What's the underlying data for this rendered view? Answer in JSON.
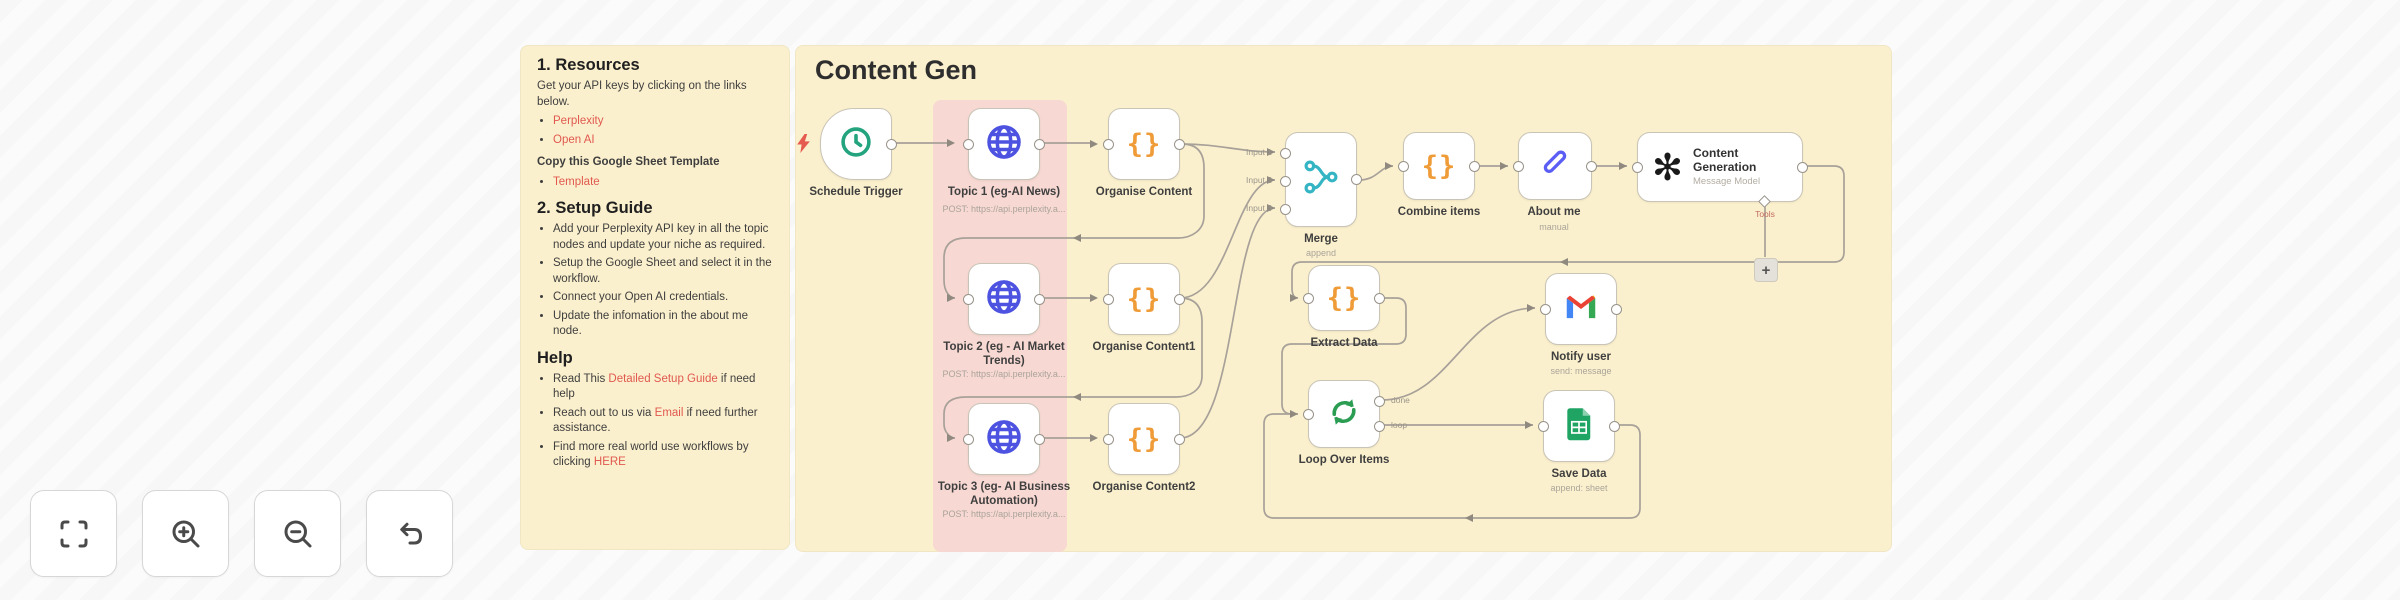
{
  "canvas": {
    "title": "Content Gen"
  },
  "colors": {
    "sticky_bg": "#fbf0cd",
    "pink_overlay": "#f6d6d2",
    "link_red": "#e0594f",
    "wire_grey": "#a8a199",
    "globe_blue": "#4d53e0",
    "braces_orange": "#ef9c38",
    "merge_teal": "#35b5c4",
    "trigger_green": "#23a47f",
    "loop_green": "#2a9d53",
    "pencil_blue": "#5b5ef4",
    "sheets_green": "#1fa463"
  },
  "sticky_note": {
    "resources_heading": "1. Resources",
    "resources_intro": "Get your API keys by clicking on the links below.",
    "perplexity_link": "Perplexity",
    "openai_link": "Open AI",
    "copy_text": "Copy this Google Sheet Template",
    "template_link": "Template",
    "setup_heading": "2. Setup Guide",
    "setup_items": [
      "Add your Perplexity API key in all the topic nodes and update your niche as required.",
      "Setup the Google Sheet and select it in the workflow.",
      "Connect your Open AI credentials.",
      "Update the infomation in the about me node."
    ],
    "help_heading": "Help",
    "help_items": [
      {
        "pre": "Read This ",
        "link": "Detailed Setup Guide",
        "post": " if need help"
      },
      {
        "pre": "Reach out to us via ",
        "link": "Email",
        "post": " if need further assistance."
      },
      {
        "pre": "Find more real world use workflows by clicking ",
        "link": "HERE",
        "post": ""
      }
    ]
  },
  "port_labels": {
    "input1": "Input 1",
    "input2": "Input 2",
    "input3": "Input 3",
    "done": "done",
    "loop": "loop",
    "tools": "Tools"
  },
  "openai_glyph": "✻",
  "plus_glyph": "+",
  "nodes": [
    {
      "icon": "clock-icon",
      "label": "Schedule Trigger",
      "sublabel": ""
    },
    {
      "icon": "globe-icon",
      "label": "Topic 1 (eg-AI News)",
      "sublabel": "POST: https://api.perplexity.a..."
    },
    {
      "icon": "curly-braces-icon",
      "label": "Organise Content",
      "sublabel": ""
    },
    {
      "icon": "merge-icon",
      "label": "Merge",
      "sublabel": "append"
    },
    {
      "icon": "curly-braces-icon",
      "label": "Combine items",
      "sublabel": ""
    },
    {
      "icon": "pencil-icon",
      "label": "About me",
      "sublabel": "manual"
    },
    {
      "icon": "openai-icon",
      "label": "Content Generation",
      "sublabel": "Message Model"
    },
    {
      "icon": "globe-icon",
      "label": "Topic 2 (eg - AI Market Trends)",
      "sublabel": "POST: https://api.perplexity.a..."
    },
    {
      "icon": "curly-braces-icon",
      "label": "Organise Content1",
      "sublabel": ""
    },
    {
      "icon": "curly-braces-icon",
      "label": "Extract Data",
      "sublabel": ""
    },
    {
      "icon": "gmail-icon",
      "label": "Notify user",
      "sublabel": "send: message"
    },
    {
      "icon": "globe-icon",
      "label": "Topic 3 (eg- AI Business Automation)",
      "sublabel": "POST: https://api.perplexity.a..."
    },
    {
      "icon": "curly-braces-icon",
      "label": "Organise Content2",
      "sublabel": ""
    },
    {
      "icon": "refresh-loop-icon",
      "label": "Loop Over Items",
      "sublabel": ""
    },
    {
      "icon": "google-sheets-icon",
      "label": "Save Data",
      "sublabel": "append: sheet"
    }
  ]
}
